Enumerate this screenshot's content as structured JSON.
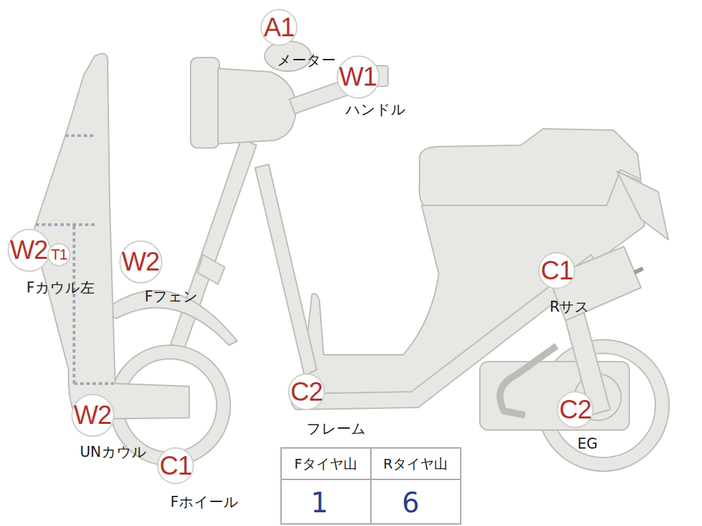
{
  "diagram": {
    "nodes": [
      {
        "text": [
          "A1"
        ]
      },
      {
        "text": [
          "W1"
        ]
      },
      {
        "text": [
          "W2"
        ]
      },
      {
        "text": [
          "T1"
        ]
      },
      {
        "text": [
          "W2"
        ]
      },
      {
        "text": [
          "C1"
        ]
      },
      {
        "text": [
          "C2"
        ]
      },
      {
        "text": [
          "C2"
        ]
      },
      {
        "text": [
          "W2"
        ]
      },
      {
        "text": [
          "C1"
        ]
      }
    ],
    "labels": [
      "メーター",
      "ハンドル",
      "Fカウル左",
      "Fフェン",
      "Rサス",
      "フレーム",
      "EG",
      "UNカウル",
      "Fホイール",
      "Fタイヤ山",
      "Rタイヤ山",
      "1",
      "6"
    ]
  }
}
